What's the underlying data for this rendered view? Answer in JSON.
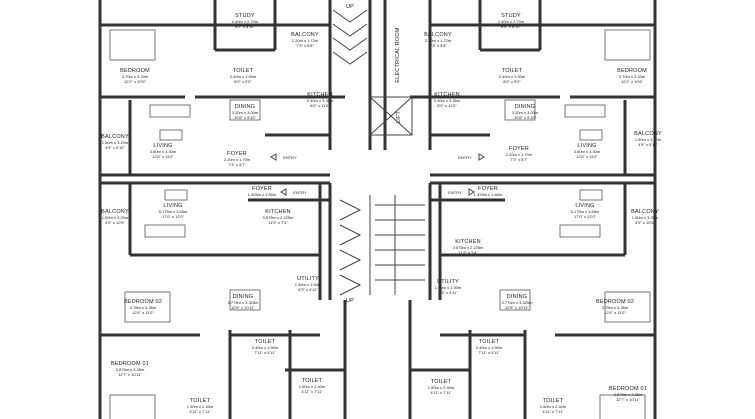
{
  "title": "Typical Floor Plan - 4 Apartments",
  "core": {
    "electrical_room": "ELECTRICAL ROOM",
    "lift": "LIFT",
    "up_top": "UP",
    "up_bottom": "UP"
  },
  "rooms": [
    {
      "name": "STUDY",
      "metric": "2.40m x 2.70m",
      "imperial": "8'0\" x 8'10\""
    },
    {
      "name": "BALCONY",
      "metric": "2.20m x 1.72m",
      "imperial": "7'3\" x 5'8\""
    },
    {
      "name": "BEDROOM",
      "metric": "3.70m x 3.20m",
      "imperial": "12'2\" x 10'6\""
    },
    {
      "name": "TOILET",
      "metric": "2.40m x 1.50m",
      "imperial": "8'0\" x 5'0\""
    },
    {
      "name": "KITCHEN",
      "metric": "2.40m x 3.35m",
      "imperial": "8'0\" x 11'0\""
    },
    {
      "name": "DINING",
      "metric": "3.20m x 3.00m",
      "imperial": "10'6\" x 9'10\""
    },
    {
      "name": "BALCONY",
      "metric": "1.50m x 3.20m",
      "imperial": "4'9\" x 9'10\""
    },
    {
      "name": "LIVING",
      "metric": "3.80m x 3.30m",
      "imperial": "12'6\" x 11'0\""
    },
    {
      "name": "FOYER",
      "metric": "2.20m x 1.70m",
      "imperial": "7'3\" x 5'7\""
    },
    {
      "name": "STUDY",
      "metric": "2.40m x 2.70m",
      "imperial": "8'0\" x 8'10\""
    },
    {
      "name": "BALCONY",
      "metric": "2.20m x 1.72m",
      "imperial": "7'3\" x 5'8\""
    },
    {
      "name": "BEDROOM",
      "metric": "3.70m x 3.20m",
      "imperial": "12'2\" x 10'6\""
    },
    {
      "name": "TOILET",
      "metric": "2.40m x 1.50m",
      "imperial": "8'0\" x 5'0\""
    },
    {
      "name": "KITCHEN",
      "metric": "2.40m x 3.35m",
      "imperial": "8'0\" x 11'0\""
    },
    {
      "name": "DINING",
      "metric": "3.20m x 3.00m",
      "imperial": "10'6\" x 9'10\""
    },
    {
      "name": "BALCONY",
      "metric": "1.50m x 3.20m",
      "imperial": "4'9\" x 9'10\""
    },
    {
      "name": "LIVING",
      "metric": "3.80m x 3.30m",
      "imperial": "12'6\" x 11'0\""
    },
    {
      "name": "FOYER",
      "metric": "2.20m x 1.70m",
      "imperial": "7'3\" x 5'7\""
    },
    {
      "name": "BALCONY",
      "metric": "1.50m x 3.20m",
      "imperial": "4'9\" x 10'5\""
    },
    {
      "name": "LIVING",
      "metric": "5.175m x 3.65m",
      "imperial": "17'0\" x 12'0\""
    },
    {
      "name": "FOYER",
      "metric": "1.325m x 1.80m",
      "imperial": "4'4\" x 5'11\""
    },
    {
      "name": "KITCHEN",
      "metric": "3.575m x 2.225m",
      "imperial": "11'9\" x 7'4\""
    },
    {
      "name": "UTILITY",
      "metric": "1.90m x 1.50m",
      "imperial": "6'3\" x 4'11\""
    },
    {
      "name": "BEDROOM 02",
      "metric": "3.75m x 3.35m",
      "imperial": "12'4\" x 11'0\""
    },
    {
      "name": "DINING",
      "metric": "3.775m x 3.325m",
      "imperial": "12'5\" x 10'11\""
    },
    {
      "name": "TOILET",
      "metric": "2.40m x 1.50m",
      "imperial": "7'11\" x 4'11\""
    },
    {
      "name": "BEDROOM 01",
      "metric": "3.875m x 3.35m",
      "imperial": "12'7\" x 10'11\""
    },
    {
      "name": "TOILET",
      "metric": "1.50m x 2.40m",
      "imperial": "4'11\" x 7'11\""
    },
    {
      "name": "TOILET",
      "metric": "1.50m x 2.40m",
      "imperial": "4'11\" x 7'11\""
    },
    {
      "name": "BALCONY",
      "metric": "1.50m x 3.20m",
      "imperial": "4'9\" x 10'5\""
    },
    {
      "name": "LIVING",
      "metric": "5.175m x 3.65m",
      "imperial": "17'0\" x 12'0\""
    },
    {
      "name": "FOYER",
      "metric": "1.325m x 1.80m",
      "imperial": "4'4\" x 5'11\""
    },
    {
      "name": "KITCHEN",
      "metric": "3.575m x 2.225m",
      "imperial": "11'9\" x 7'4\""
    },
    {
      "name": "UTILITY",
      "metric": "1.90m x 1.50m",
      "imperial": "6'3\" x 4'11\""
    },
    {
      "name": "BEDROOM 02",
      "metric": "3.75m x 3.35m",
      "imperial": "12'4\" x 11'0\""
    },
    {
      "name": "DINING",
      "metric": "3.775m x 3.325m",
      "imperial": "12'5\" x 10'11\""
    },
    {
      "name": "TOILET",
      "metric": "2.40m x 1.50m",
      "imperial": "7'11\" x 4'11\""
    },
    {
      "name": "BEDROOM 01",
      "metric": "3.875m x 3.35m",
      "imperial": "12'7\" x 10'11\""
    },
    {
      "name": "TOILET",
      "metric": "1.50m x 2.40m",
      "imperial": "4'11\" x 7'11\""
    },
    {
      "name": "TOILET",
      "metric": "1.50m x 2.40m",
      "imperial": "4'11\" x 7'11\""
    }
  ],
  "entries": [
    "ENTRY",
    "ENTRY",
    "ENTRY",
    "ENTRY"
  ]
}
